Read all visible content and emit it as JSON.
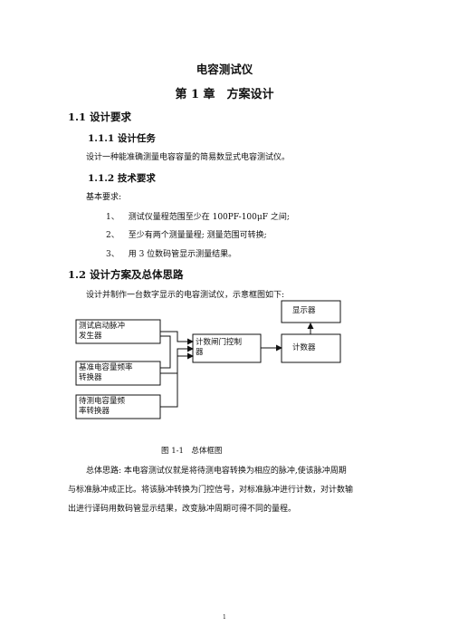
{
  "doc": {
    "title": "电容测试仪",
    "chapter": "第 1 章　方案设计",
    "s1_1": "1.1 设计要求",
    "s1_1_1": "1.1.1 设计任务",
    "task_text": "设计一种能准确测量电容容量的简易数显式电容测试仪。",
    "s1_1_2": "1.1.2 技术要求",
    "basic_req": "基本要求:",
    "req": [
      {
        "num": "1、",
        "text": "测试仪量程范围至少在 100PF-100μF 之间;"
      },
      {
        "num": "2、",
        "text": "至少有两个测量量程; 测量范围可转换;"
      },
      {
        "num": "3、",
        "text": "用 3 位数码管显示测量结果。"
      }
    ],
    "s1_2": "1.2 设计方案及总体思路",
    "intro": "设计并制作一台数字显示的电容测试仪，示意框图如下:",
    "fig_caption": "图 1-1　总体框图",
    "para": [
      "总体思路: 本电容测试仪就是将待测电容转换为相应的脉冲,使该脉冲周期",
      "与标准脉冲成正比。将该脉冲转换为门控信号，对标准脉冲进行计数，对计数输",
      "出进行译码用数码管显示结果，改变脉冲周期可得不同的量程。"
    ],
    "page_number": "1"
  },
  "diagram": {
    "blocks": {
      "pulse_gen": [
        "测试启动脉冲",
        "发生器"
      ],
      "std_conv": [
        "基准电容量频率",
        "转换器"
      ],
      "test_conv": [
        "待测电容量频",
        "率转换器"
      ],
      "gate_ctrl": [
        "计数闸门控制",
        "器"
      ],
      "counter": "计数器",
      "display": "显示器"
    }
  }
}
